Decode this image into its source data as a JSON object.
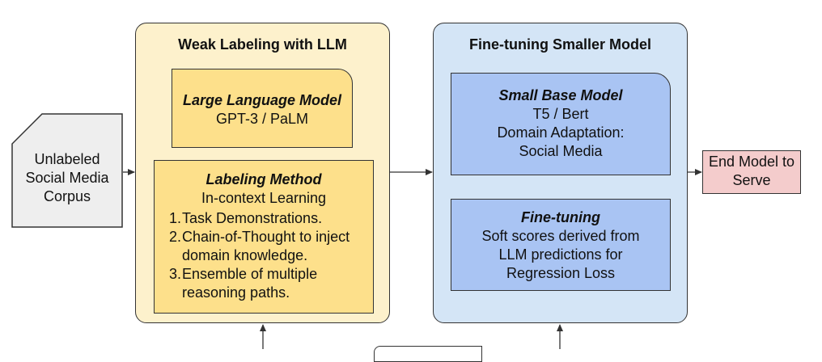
{
  "corpus": {
    "text": "Unlabeled\nSocial Media\nCorpus"
  },
  "weak_panel": {
    "title": "Weak Labeling with LLM"
  },
  "llm_box": {
    "header": "Large Language Model",
    "lines": [
      "GPT-3 / PaLM"
    ]
  },
  "labeling_box": {
    "header": "Labeling Method",
    "subtitle": "In-context Learning",
    "items": [
      {
        "num": "1.",
        "text": "Task Demonstrations."
      },
      {
        "num": "2.",
        "text": "Chain-of-Thought to inject domain knowledge."
      },
      {
        "num": "3.",
        "text": "Ensemble of multiple reasoning paths."
      }
    ]
  },
  "ft_panel": {
    "title": "Fine-tuning Smaller Model"
  },
  "base_box": {
    "header": "Small Base Model",
    "lines": [
      "T5 / Bert",
      "Domain Adaptation:",
      "Social Media"
    ]
  },
  "finetune_box": {
    "header": "Fine-tuning",
    "lines": [
      "Soft scores derived from",
      "LLM predictions for",
      "Regression Loss"
    ]
  },
  "end_box": {
    "text": "End Model to\nServe"
  },
  "colors": {
    "weak_panel_bg": "#fdf1cc",
    "yellow_box": "#fde08b",
    "ft_panel_bg": "#d4e5f6",
    "blue_box": "#a9c4f3",
    "end_box": "#f4cccc",
    "corpus": "#eeeeee",
    "stroke": "#333333"
  }
}
